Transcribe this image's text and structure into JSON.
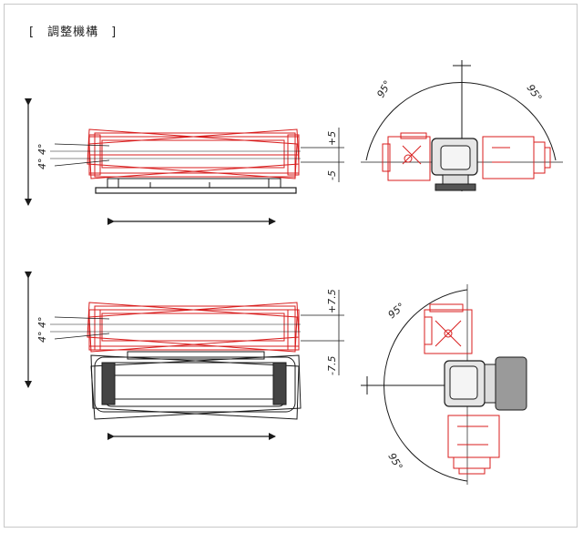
{
  "title": "[　調整機構　]",
  "colors": {
    "red": "#d81e1e",
    "black": "#1a1a1a",
    "gray": "#888888"
  },
  "views": {
    "top_left": {
      "tilt_label_upper": "4°",
      "tilt_label_lower": "4°",
      "offset_plus": "+5",
      "offset_minus": "-5"
    },
    "top_right": {
      "angle_left": "95°",
      "angle_right": "95°"
    },
    "bottom_left": {
      "tilt_label_upper": "4°",
      "tilt_label_lower": "4°",
      "offset_plus": "+7.5",
      "offset_minus": "-7.5"
    },
    "bottom_right": {
      "angle_top": "95°",
      "angle_bottom": "95°"
    }
  }
}
